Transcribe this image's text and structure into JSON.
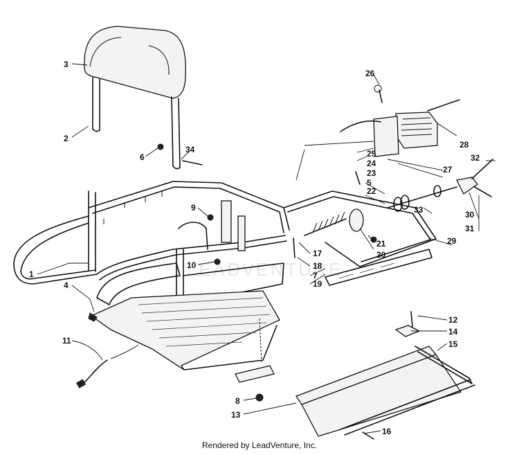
{
  "footer": {
    "text": "Rendered by LeadVenture, Inc."
  },
  "watermark": {
    "text": "LEADVENTURE"
  },
  "callouts": [
    "1",
    "2",
    "3",
    "4",
    "5",
    "6",
    "7",
    "8",
    "9",
    "10",
    "11",
    "12",
    "13",
    "14",
    "15",
    "16",
    "17",
    "18",
    "19",
    "20",
    "21",
    "22",
    "23",
    "24",
    "25",
    "26",
    "27",
    "28",
    "29",
    "30",
    "31",
    "32",
    "33",
    "34"
  ]
}
